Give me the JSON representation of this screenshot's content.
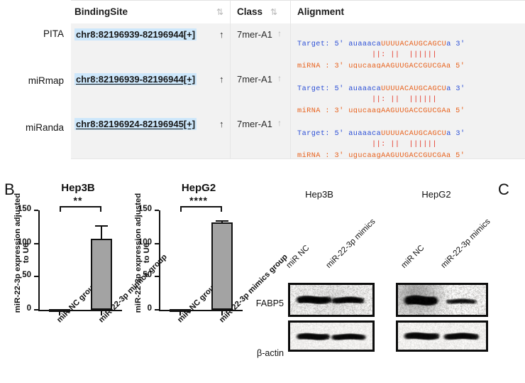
{
  "panelA": {
    "row_labels": [
      "PITA",
      "miRmap",
      "miRanda"
    ],
    "headers": {
      "binding_site": "BindingSite",
      "class": "Class",
      "alignment": "Alignment",
      "sort_icon": "⇅"
    },
    "rows": [
      {
        "binding_site": "chr8:82196939-82196944[+]",
        "linked": false,
        "strand_arrow": "↑",
        "class": "7mer-A1",
        "class_arrow": "↑",
        "alignment": {
          "target_line": "Target: 5' auaaacaUUUUACAUGCAGCUa 3'",
          "pair_line": "                ||: ||  ||||||",
          "mirna_line": "miRNA : 3' ugucaagAAGUUGACCGUCGAa 5'"
        }
      },
      {
        "binding_site": "chr8:82196939-82196944[+]",
        "linked": true,
        "strand_arrow": "↑",
        "class": "7mer-A1",
        "class_arrow": "↑",
        "alignment": {
          "target_line": "Target: 5' auaaacaUUUUACAUGCAGCUa 3'",
          "pair_line": "                ||: ||  ||||||",
          "mirna_line": "miRNA : 3' ugucaagAAGUUGACCGUCGAa 5'"
        }
      },
      {
        "binding_site": "chr8:82196924-82196945[+]",
        "linked": true,
        "strand_arrow": "↑",
        "class": "7mer-A1",
        "class_arrow": "↑",
        "alignment": {
          "target_line": "Target: 5' auaaacaUUUUACAUGCAGCUa 3'",
          "pair_line": "                ||: ||  ||||||",
          "mirna_line": "miRNA : 3' ugucaagAAGUUGACCGUCGAa 5'"
        }
      }
    ],
    "colors": {
      "highlight": "#cde7fb",
      "target_seq": "#2b4fd6",
      "mirna_seq": "#e8611c",
      "pairing": "#e53524",
      "row_bg": "#f2f2f2"
    }
  },
  "panelB": {
    "label": "B",
    "charts": [
      {
        "title": "Hep3B",
        "significance": "**",
        "ylabel": "miR-22-3p expression adjusted to U6"
      },
      {
        "title": "HepG2",
        "significance": "****",
        "ylabel": "miR-22-3p expression adjusted to U6"
      }
    ]
  },
  "chart_data": [
    {
      "type": "bar",
      "title": "Hep3B",
      "categories": [
        "miR NC group",
        "miR-22-3p mimics group"
      ],
      "values": [
        0.8,
        107
      ],
      "errors": [
        0.5,
        20
      ],
      "xlabel": "",
      "ylabel": "miR-22-3p expression adjusted to U6",
      "ylim": [
        0,
        150
      ],
      "yticks": [
        0,
        50,
        100,
        150
      ],
      "ytick_labels": [
        "0",
        "50",
        "100",
        "150"
      ],
      "annotation": "**",
      "bar_color": "#a3a3a3",
      "grid": false,
      "legend": "none"
    },
    {
      "type": "bar",
      "title": "HepG2",
      "categories": [
        "miR NC group",
        "miR-22-3p mimics group"
      ],
      "values": [
        0.8,
        132
      ],
      "errors": [
        0.5,
        3
      ],
      "xlabel": "",
      "ylabel": "miR-22-3p expression adjusted to U6",
      "ylim": [
        0,
        150
      ],
      "yticks": [
        0,
        50,
        100,
        150
      ],
      "ytick_labels": [
        "0",
        "50",
        "100",
        "150"
      ],
      "annotation": "****",
      "bar_color": "#a3a3a3",
      "grid": false,
      "legend": "none"
    }
  ],
  "panelC": {
    "label": "C",
    "groups": [
      {
        "title": "Hep3B",
        "lanes": [
          "miR NC",
          "miR-22-3p mimics"
        ]
      },
      {
        "title": "HepG2",
        "lanes": [
          "miR NC",
          "miR-22-3p mimics"
        ]
      }
    ],
    "blot_rows": [
      "FABP5",
      "β-actin"
    ]
  }
}
